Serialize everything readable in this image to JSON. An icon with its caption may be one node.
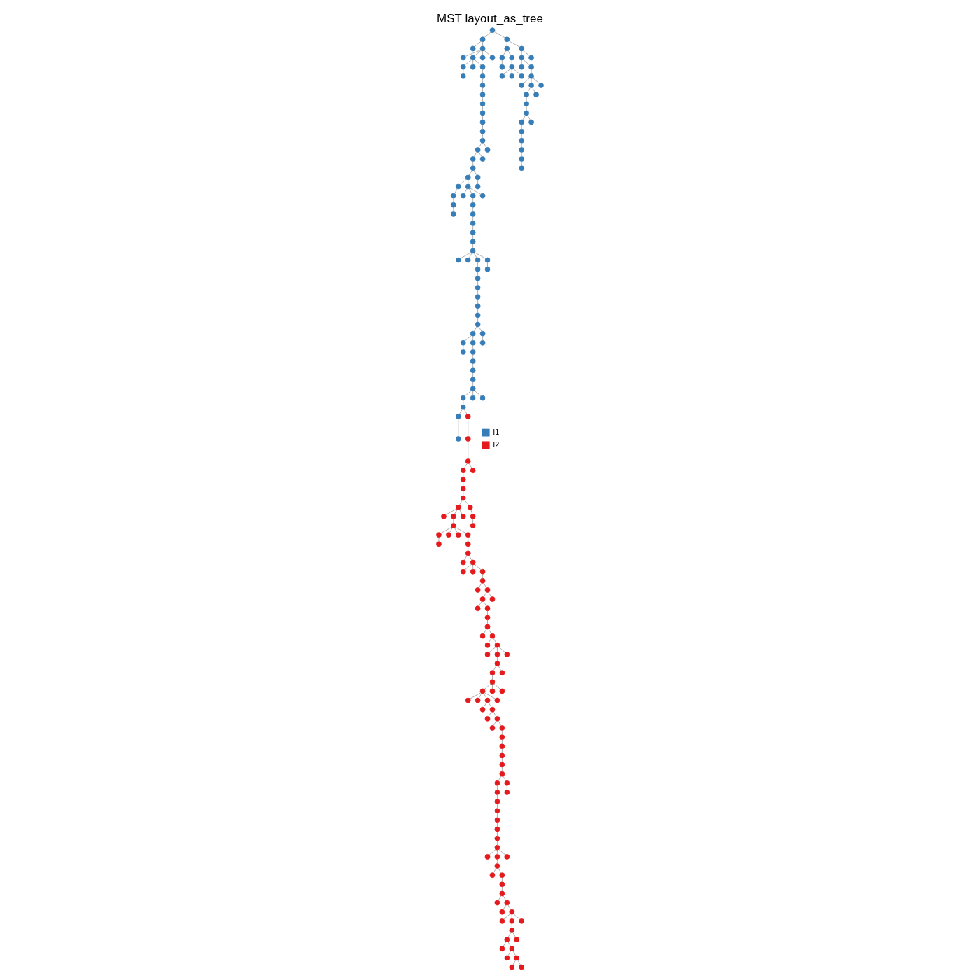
{
  "diagram": {
    "title": "MST layout_as_tree",
    "nodes": [
      {
        "text": [],
        "shape": "circle"
      },
      {
        "text": [],
        "shape": "circle"
      },
      {
        "text": [],
        "shape": "circle"
      },
      {
        "text": [],
        "shape": "circle"
      },
      {
        "text": [],
        "shape": "circle"
      },
      {
        "text": [],
        "shape": "circle"
      },
      {
        "text": [],
        "shape": "circle"
      },
      {
        "text": [],
        "shape": "circle"
      },
      {
        "text": [],
        "shape": "circle"
      },
      {
        "text": [],
        "shape": "circle"
      },
      {
        "text": [],
        "shape": "circle"
      },
      {
        "text": [],
        "shape": "circle"
      },
      {
        "text": [],
        "shape": "circle"
      },
      {
        "text": [],
        "shape": "circle"
      },
      {
        "text": [],
        "shape": "circle"
      },
      {
        "text": [],
        "shape": "circle"
      },
      {
        "text": [],
        "shape": "circle"
      },
      {
        "text": [],
        "shape": "circle"
      },
      {
        "text": [],
        "shape": "circle"
      },
      {
        "text": [],
        "shape": "circle"
      },
      {
        "text": [],
        "shape": "circle"
      },
      {
        "text": [],
        "shape": "circle"
      },
      {
        "text": [],
        "shape": "circle"
      },
      {
        "text": [],
        "shape": "circle"
      },
      {
        "text": [],
        "shape": "circle"
      },
      {
        "text": [],
        "shape": "circle"
      },
      {
        "text": [],
        "shape": "circle"
      },
      {
        "text": [],
        "shape": "circle"
      },
      {
        "text": [],
        "shape": "circle"
      },
      {
        "text": [],
        "shape": "circle"
      },
      {
        "text": [],
        "shape": "circle"
      },
      {
        "text": [],
        "shape": "circle"
      },
      {
        "text": [],
        "shape": "circle"
      },
      {
        "text": [],
        "shape": "circle"
      },
      {
        "text": [],
        "shape": "circle"
      },
      {
        "text": [],
        "shape": "circle"
      },
      {
        "text": [],
        "shape": "circle"
      },
      {
        "text": [],
        "shape": "circle"
      },
      {
        "text": [],
        "shape": "circle"
      },
      {
        "text": [],
        "shape": "circle"
      },
      {
        "text": [],
        "shape": "circle"
      },
      {
        "text": [],
        "shape": "circle"
      },
      {
        "text": [],
        "shape": "circle"
      },
      {
        "text": [],
        "shape": "circle"
      },
      {
        "text": [],
        "shape": "circle"
      },
      {
        "text": [],
        "shape": "circle"
      },
      {
        "text": [],
        "shape": "circle"
      },
      {
        "text": [],
        "shape": "circle"
      },
      {
        "text": [],
        "shape": "circle"
      },
      {
        "text": [],
        "shape": "circle"
      },
      {
        "text": [],
        "shape": "circle"
      },
      {
        "text": [],
        "shape": "circle"
      },
      {
        "text": [],
        "shape": "circle"
      },
      {
        "text": [],
        "shape": "circle"
      },
      {
        "text": [],
        "shape": "circle"
      },
      {
        "text": [],
        "shape": "circle"
      },
      {
        "text": [],
        "shape": "circle"
      },
      {
        "text": [],
        "shape": "circle"
      },
      {
        "text": [],
        "shape": "circle"
      },
      {
        "text": [],
        "shape": "circle"
      },
      {
        "text": [],
        "shape": "circle"
      },
      {
        "text": [],
        "shape": "circle"
      },
      {
        "text": [],
        "shape": "circle"
      },
      {
        "text": [],
        "shape": "circle"
      },
      {
        "text": [],
        "shape": "circle"
      },
      {
        "text": [],
        "shape": "circle"
      },
      {
        "text": [],
        "shape": "circle"
      },
      {
        "text": [],
        "shape": "circle"
      },
      {
        "text": [],
        "shape": "circle"
      },
      {
        "text": [],
        "shape": "circle"
      },
      {
        "text": [],
        "shape": "circle"
      },
      {
        "text": [],
        "shape": "circle"
      },
      {
        "text": [],
        "shape": "circle"
      },
      {
        "text": [],
        "shape": "circle"
      },
      {
        "text": [],
        "shape": "circle"
      },
      {
        "text": [],
        "shape": "circle"
      },
      {
        "text": [],
        "shape": "circle"
      },
      {
        "text": [],
        "shape": "circle"
      },
      {
        "text": [],
        "shape": "circle"
      },
      {
        "text": [],
        "shape": "circle"
      },
      {
        "text": [],
        "shape": "circle"
      },
      {
        "text": [],
        "shape": "circle"
      },
      {
        "text": [],
        "shape": "circle"
      },
      {
        "text": [],
        "shape": "circle"
      },
      {
        "text": [],
        "shape": "circle"
      },
      {
        "text": [],
        "shape": "circle"
      },
      {
        "text": [],
        "shape": "circle"
      },
      {
        "text": [],
        "shape": "circle"
      },
      {
        "text": [],
        "shape": "circle"
      },
      {
        "text": [],
        "shape": "circle"
      },
      {
        "text": [],
        "shape": "circle"
      },
      {
        "text": [],
        "shape": "circle"
      },
      {
        "text": [],
        "shape": "circle"
      },
      {
        "text": [],
        "shape": "circle"
      },
      {
        "text": [],
        "shape": "circle"
      },
      {
        "text": [],
        "shape": "circle"
      },
      {
        "text": [],
        "shape": "circle"
      },
      {
        "text": [],
        "shape": "circle"
      },
      {
        "text": [],
        "shape": "circle"
      },
      {
        "text": [],
        "shape": "circle"
      },
      {
        "text": [],
        "shape": "circle"
      },
      {
        "text": [],
        "shape": "circle"
      },
      {
        "text": [],
        "shape": "circle"
      },
      {
        "text": [],
        "shape": "circle"
      },
      {
        "text": [],
        "shape": "circle"
      },
      {
        "text": [],
        "shape": "circle"
      },
      {
        "text": [],
        "shape": "circle"
      },
      {
        "text": [],
        "shape": "circle"
      },
      {
        "text": [],
        "shape": "circle"
      },
      {
        "text": [],
        "shape": "circle"
      },
      {
        "text": [],
        "shape": "circle"
      },
      {
        "text": [],
        "shape": "circle"
      },
      {
        "text": [],
        "shape": "circle"
      },
      {
        "text": [],
        "shape": "circle"
      },
      {
        "text": [],
        "shape": "circle"
      },
      {
        "text": [],
        "shape": "circle"
      },
      {
        "text": [],
        "shape": "circle"
      },
      {
        "text": [],
        "shape": "circle"
      },
      {
        "text": [],
        "shape": "circle"
      },
      {
        "text": [],
        "shape": "circle"
      },
      {
        "text": [],
        "shape": "circle"
      },
      {
        "text": [],
        "shape": "circle"
      },
      {
        "text": [],
        "shape": "circle"
      },
      {
        "text": [],
        "shape": "circle"
      },
      {
        "text": [],
        "shape": "circle"
      },
      {
        "text": [],
        "shape": "circle"
      },
      {
        "text": [],
        "shape": "circle"
      },
      {
        "text": [],
        "shape": "circle"
      },
      {
        "text": [],
        "shape": "circle"
      },
      {
        "text": [],
        "shape": "circle"
      },
      {
        "text": [],
        "shape": "circle"
      },
      {
        "text": [],
        "shape": "circle"
      },
      {
        "text": [],
        "shape": "circle"
      },
      {
        "text": [],
        "shape": "circle"
      },
      {
        "text": [],
        "shape": "circle"
      },
      {
        "text": [],
        "shape": "circle"
      },
      {
        "text": [],
        "shape": "circle"
      },
      {
        "text": [],
        "shape": "circle"
      },
      {
        "text": [],
        "shape": "circle"
      },
      {
        "text": [],
        "shape": "circle"
      },
      {
        "text": [],
        "shape": "circle"
      },
      {
        "text": [],
        "shape": "circle"
      },
      {
        "text": [],
        "shape": "circle"
      },
      {
        "text": [],
        "shape": "circle"
      },
      {
        "text": [],
        "shape": "circle"
      },
      {
        "text": [],
        "shape": "circle"
      },
      {
        "text": [],
        "shape": "circle"
      },
      {
        "text": [],
        "shape": "circle"
      },
      {
        "text": [],
        "shape": "circle"
      },
      {
        "text": [],
        "shape": "circle"
      },
      {
        "text": [],
        "shape": "circle"
      },
      {
        "text": [],
        "shape": "circle"
      },
      {
        "text": [],
        "shape": "circle"
      },
      {
        "text": [],
        "shape": "circle"
      },
      {
        "text": [],
        "shape": "circle"
      },
      {
        "text": [],
        "shape": "circle"
      },
      {
        "text": [],
        "shape": "circle"
      },
      {
        "text": [],
        "shape": "circle"
      },
      {
        "text": [],
        "shape": "circle"
      },
      {
        "text": [],
        "shape": "circle"
      },
      {
        "text": [],
        "shape": "circle"
      },
      {
        "text": [],
        "shape": "circle"
      },
      {
        "text": [],
        "shape": "circle"
      },
      {
        "text": [],
        "shape": "circle"
      },
      {
        "text": [],
        "shape": "circle"
      },
      {
        "text": [],
        "shape": "circle"
      },
      {
        "text": [],
        "shape": "circle"
      },
      {
        "text": [],
        "shape": "circle"
      },
      {
        "text": [],
        "shape": "circle"
      },
      {
        "text": [],
        "shape": "circle"
      },
      {
        "text": [],
        "shape": "circle"
      },
      {
        "text": [],
        "shape": "circle"
      },
      {
        "text": [],
        "shape": "circle"
      },
      {
        "text": [],
        "shape": "circle"
      },
      {
        "text": [],
        "shape": "circle"
      },
      {
        "text": [],
        "shape": "circle"
      },
      {
        "text": [],
        "shape": "circle"
      },
      {
        "text": [],
        "shape": "circle"
      },
      {
        "text": [],
        "shape": "circle"
      },
      {
        "text": [],
        "shape": "circle"
      },
      {
        "text": [],
        "shape": "circle"
      },
      {
        "text": [],
        "shape": "circle"
      },
      {
        "text": [],
        "shape": "circle"
      },
      {
        "text": [],
        "shape": "circle"
      },
      {
        "text": [],
        "shape": "circle"
      },
      {
        "text": [],
        "shape": "circle"
      },
      {
        "text": [],
        "shape": "circle"
      },
      {
        "text": [],
        "shape": "circle"
      },
      {
        "text": [],
        "shape": "circle"
      },
      {
        "text": [],
        "shape": "circle"
      },
      {
        "text": [],
        "shape": "circle"
      },
      {
        "text": [],
        "shape": "circle"
      },
      {
        "text": [],
        "shape": "circle"
      },
      {
        "text": [],
        "shape": "circle"
      },
      {
        "text": [],
        "shape": "circle"
      },
      {
        "text": [],
        "shape": "circle"
      },
      {
        "text": [],
        "shape": "circle"
      },
      {
        "text": [],
        "shape": "circle"
      },
      {
        "text": [],
        "shape": "circle"
      },
      {
        "text": [],
        "shape": "circle"
      }
    ],
    "edges": [
      {
        "from": 0,
        "to": 1,
        "arrow": "none"
      },
      {
        "from": 0,
        "to": 2,
        "arrow": "none"
      },
      {
        "from": 1,
        "to": 3,
        "arrow": "none"
      },
      {
        "from": 1,
        "to": 4,
        "arrow": "none"
      },
      {
        "from": 2,
        "to": 5,
        "arrow": "none"
      },
      {
        "from": 2,
        "to": 6,
        "arrow": "none"
      },
      {
        "from": 4,
        "to": 7,
        "arrow": "none"
      },
      {
        "from": 4,
        "to": 8,
        "arrow": "none"
      },
      {
        "from": 4,
        "to": 9,
        "arrow": "none"
      },
      {
        "from": 4,
        "to": 10,
        "arrow": "none"
      },
      {
        "from": 5,
        "to": 11,
        "arrow": "none"
      },
      {
        "from": 5,
        "to": 12,
        "arrow": "none"
      },
      {
        "from": 6,
        "to": 13,
        "arrow": "none"
      },
      {
        "from": 6,
        "to": 14,
        "arrow": "none"
      },
      {
        "from": 8,
        "to": 15,
        "arrow": "none"
      },
      {
        "from": 8,
        "to": 16,
        "arrow": "none"
      },
      {
        "from": 8,
        "to": 17,
        "arrow": "none"
      },
      {
        "from": 11,
        "to": 18,
        "arrow": "none"
      },
      {
        "from": 12,
        "to": 19,
        "arrow": "none"
      },
      {
        "from": 13,
        "to": 20,
        "arrow": "none"
      },
      {
        "from": 13,
        "to": 21,
        "arrow": "none"
      },
      {
        "from": 15,
        "to": 22,
        "arrow": "none"
      },
      {
        "from": 17,
        "to": 23,
        "arrow": "none"
      },
      {
        "from": 19,
        "to": 24,
        "arrow": "none"
      },
      {
        "from": 19,
        "to": 25,
        "arrow": "none"
      },
      {
        "from": 19,
        "to": 26,
        "arrow": "none"
      },
      {
        "from": 21,
        "to": 27,
        "arrow": "none"
      },
      {
        "from": 23,
        "to": 28,
        "arrow": "none"
      },
      {
        "from": 27,
        "to": 29,
        "arrow": "none"
      },
      {
        "from": 27,
        "to": 30,
        "arrow": "none"
      },
      {
        "from": 27,
        "to": 31,
        "arrow": "none"
      },
      {
        "from": 28,
        "to": 32,
        "arrow": "none"
      },
      {
        "from": 30,
        "to": 33,
        "arrow": "none"
      },
      {
        "from": 30,
        "to": 34,
        "arrow": "none"
      },
      {
        "from": 32,
        "to": 35,
        "arrow": "none"
      },
      {
        "from": 33,
        "to": 36,
        "arrow": "none"
      },
      {
        "from": 35,
        "to": 37,
        "arrow": "none"
      },
      {
        "from": 36,
        "to": 38,
        "arrow": "none"
      },
      {
        "from": 37,
        "to": 39,
        "arrow": "none"
      },
      {
        "from": 38,
        "to": 40,
        "arrow": "none"
      },
      {
        "from": 38,
        "to": 41,
        "arrow": "none"
      },
      {
        "from": 39,
        "to": 42,
        "arrow": "none"
      },
      {
        "from": 40,
        "to": 43,
        "arrow": "none"
      },
      {
        "from": 42,
        "to": 44,
        "arrow": "none"
      },
      {
        "from": 43,
        "to": 45,
        "arrow": "none"
      },
      {
        "from": 44,
        "to": 46,
        "arrow": "none"
      },
      {
        "from": 44,
        "to": 47,
        "arrow": "none"
      },
      {
        "from": 45,
        "to": 48,
        "arrow": "none"
      },
      {
        "from": 46,
        "to": 49,
        "arrow": "none"
      },
      {
        "from": 46,
        "to": 50,
        "arrow": "none"
      },
      {
        "from": 48,
        "to": 51,
        "arrow": "none"
      },
      {
        "from": 49,
        "to": 52,
        "arrow": "none"
      },
      {
        "from": 51,
        "to": 53,
        "arrow": "none"
      },
      {
        "from": 52,
        "to": 54,
        "arrow": "none"
      },
      {
        "from": 52,
        "to": 55,
        "arrow": "none"
      },
      {
        "from": 54,
        "to": 56,
        "arrow": "none"
      },
      {
        "from": 54,
        "to": 57,
        "arrow": "none"
      },
      {
        "from": 55,
        "to": 58,
        "arrow": "none"
      },
      {
        "from": 56,
        "to": 59,
        "arrow": "none"
      },
      {
        "from": 57,
        "to": 60,
        "arrow": "none"
      },
      {
        "from": 57,
        "to": 61,
        "arrow": "none"
      },
      {
        "from": 57,
        "to": 62,
        "arrow": "none"
      },
      {
        "from": 59,
        "to": 63,
        "arrow": "none"
      },
      {
        "from": 61,
        "to": 64,
        "arrow": "none"
      },
      {
        "from": 63,
        "to": 65,
        "arrow": "none"
      },
      {
        "from": 64,
        "to": 66,
        "arrow": "none"
      },
      {
        "from": 66,
        "to": 67,
        "arrow": "none"
      },
      {
        "from": 67,
        "to": 68,
        "arrow": "none"
      },
      {
        "from": 68,
        "to": 69,
        "arrow": "none"
      },
      {
        "from": 69,
        "to": 70,
        "arrow": "none"
      },
      {
        "from": 70,
        "to": 71,
        "arrow": "none"
      },
      {
        "from": 70,
        "to": 72,
        "arrow": "none"
      },
      {
        "from": 70,
        "to": 73,
        "arrow": "none"
      },
      {
        "from": 70,
        "to": 74,
        "arrow": "none"
      },
      {
        "from": 73,
        "to": 75,
        "arrow": "none"
      },
      {
        "from": 74,
        "to": 76,
        "arrow": "none"
      },
      {
        "from": 75,
        "to": 77,
        "arrow": "none"
      },
      {
        "from": 77,
        "to": 78,
        "arrow": "none"
      },
      {
        "from": 78,
        "to": 79,
        "arrow": "none"
      },
      {
        "from": 79,
        "to": 80,
        "arrow": "none"
      },
      {
        "from": 80,
        "to": 81,
        "arrow": "none"
      },
      {
        "from": 81,
        "to": 82,
        "arrow": "none"
      },
      {
        "from": 82,
        "to": 83,
        "arrow": "none"
      },
      {
        "from": 82,
        "to": 84,
        "arrow": "none"
      },
      {
        "from": 83,
        "to": 85,
        "arrow": "none"
      },
      {
        "from": 83,
        "to": 86,
        "arrow": "none"
      },
      {
        "from": 84,
        "to": 87,
        "arrow": "none"
      },
      {
        "from": 85,
        "to": 88,
        "arrow": "none"
      },
      {
        "from": 86,
        "to": 89,
        "arrow": "none"
      },
      {
        "from": 89,
        "to": 90,
        "arrow": "none"
      },
      {
        "from": 90,
        "to": 91,
        "arrow": "none"
      },
      {
        "from": 91,
        "to": 92,
        "arrow": "none"
      },
      {
        "from": 92,
        "to": 93,
        "arrow": "none"
      },
      {
        "from": 93,
        "to": 94,
        "arrow": "none"
      },
      {
        "from": 93,
        "to": 95,
        "arrow": "none"
      },
      {
        "from": 93,
        "to": 96,
        "arrow": "none"
      },
      {
        "from": 94,
        "to": 97,
        "arrow": "none"
      },
      {
        "from": 97,
        "to": 98,
        "arrow": "none"
      },
      {
        "from": 97,
        "to": 99,
        "arrow": "none"
      },
      {
        "from": 98,
        "to": 100,
        "arrow": "none"
      },
      {
        "from": 99,
        "to": 101,
        "arrow": "none"
      },
      {
        "from": 101,
        "to": 102,
        "arrow": "none"
      },
      {
        "from": 102,
        "to": 103,
        "arrow": "none"
      },
      {
        "from": 102,
        "to": 104,
        "arrow": "none"
      },
      {
        "from": 103,
        "to": 105,
        "arrow": "none"
      },
      {
        "from": 105,
        "to": 106,
        "arrow": "none"
      },
      {
        "from": 106,
        "to": 107,
        "arrow": "none"
      },
      {
        "from": 107,
        "to": 108,
        "arrow": "none"
      },
      {
        "from": 107,
        "to": 109,
        "arrow": "none"
      },
      {
        "from": 108,
        "to": 110,
        "arrow": "none"
      },
      {
        "from": 108,
        "to": 111,
        "arrow": "none"
      },
      {
        "from": 108,
        "to": 112,
        "arrow": "none"
      },
      {
        "from": 109,
        "to": 113,
        "arrow": "none"
      },
      {
        "from": 111,
        "to": 114,
        "arrow": "none"
      },
      {
        "from": 113,
        "to": 115,
        "arrow": "none"
      },
      {
        "from": 114,
        "to": 116,
        "arrow": "none"
      },
      {
        "from": 114,
        "to": 117,
        "arrow": "none"
      },
      {
        "from": 114,
        "to": 118,
        "arrow": "none"
      },
      {
        "from": 114,
        "to": 119,
        "arrow": "none"
      },
      {
        "from": 116,
        "to": 120,
        "arrow": "none"
      },
      {
        "from": 119,
        "to": 121,
        "arrow": "none"
      },
      {
        "from": 121,
        "to": 122,
        "arrow": "none"
      },
      {
        "from": 122,
        "to": 123,
        "arrow": "none"
      },
      {
        "from": 122,
        "to": 124,
        "arrow": "none"
      },
      {
        "from": 124,
        "to": 125,
        "arrow": "none"
      },
      {
        "from": 124,
        "to": 126,
        "arrow": "none"
      },
      {
        "from": 124,
        "to": 127,
        "arrow": "none"
      },
      {
        "from": 127,
        "to": 128,
        "arrow": "none"
      },
      {
        "from": 128,
        "to": 129,
        "arrow": "none"
      },
      {
        "from": 128,
        "to": 130,
        "arrow": "none"
      },
      {
        "from": 130,
        "to": 131,
        "arrow": "none"
      },
      {
        "from": 130,
        "to": 132,
        "arrow": "none"
      },
      {
        "from": 131,
        "to": 133,
        "arrow": "none"
      },
      {
        "from": 131,
        "to": 134,
        "arrow": "none"
      },
      {
        "from": 134,
        "to": 135,
        "arrow": "none"
      },
      {
        "from": 135,
        "to": 136,
        "arrow": "none"
      },
      {
        "from": 136,
        "to": 137,
        "arrow": "none"
      },
      {
        "from": 136,
        "to": 138,
        "arrow": "none"
      },
      {
        "from": 138,
        "to": 139,
        "arrow": "none"
      },
      {
        "from": 138,
        "to": 140,
        "arrow": "none"
      },
      {
        "from": 140,
        "to": 141,
        "arrow": "none"
      },
      {
        "from": 140,
        "to": 142,
        "arrow": "none"
      },
      {
        "from": 140,
        "to": 143,
        "arrow": "none"
      },
      {
        "from": 142,
        "to": 144,
        "arrow": "none"
      },
      {
        "from": 144,
        "to": 145,
        "arrow": "none"
      },
      {
        "from": 144,
        "to": 146,
        "arrow": "none"
      },
      {
        "from": 145,
        "to": 147,
        "arrow": "none"
      },
      {
        "from": 147,
        "to": 148,
        "arrow": "none"
      },
      {
        "from": 147,
        "to": 149,
        "arrow": "none"
      },
      {
        "from": 147,
        "to": 150,
        "arrow": "none"
      },
      {
        "from": 148,
        "to": 151,
        "arrow": "none"
      },
      {
        "from": 148,
        "to": 152,
        "arrow": "none"
      },
      {
        "from": 148,
        "to": 153,
        "arrow": "none"
      },
      {
        "from": 148,
        "to": 154,
        "arrow": "none"
      },
      {
        "from": 153,
        "to": 155,
        "arrow": "none"
      },
      {
        "from": 153,
        "to": 156,
        "arrow": "none"
      },
      {
        "from": 156,
        "to": 157,
        "arrow": "none"
      },
      {
        "from": 156,
        "to": 158,
        "arrow": "none"
      },
      {
        "from": 158,
        "to": 159,
        "arrow": "none"
      },
      {
        "from": 158,
        "to": 160,
        "arrow": "none"
      },
      {
        "from": 160,
        "to": 161,
        "arrow": "none"
      },
      {
        "from": 161,
        "to": 162,
        "arrow": "none"
      },
      {
        "from": 162,
        "to": 163,
        "arrow": "none"
      },
      {
        "from": 163,
        "to": 164,
        "arrow": "none"
      },
      {
        "from": 164,
        "to": 165,
        "arrow": "none"
      },
      {
        "from": 165,
        "to": 166,
        "arrow": "none"
      },
      {
        "from": 165,
        "to": 167,
        "arrow": "none"
      },
      {
        "from": 166,
        "to": 168,
        "arrow": "none"
      },
      {
        "from": 167,
        "to": 169,
        "arrow": "none"
      },
      {
        "from": 168,
        "to": 170,
        "arrow": "none"
      },
      {
        "from": 170,
        "to": 171,
        "arrow": "none"
      },
      {
        "from": 171,
        "to": 172,
        "arrow": "none"
      },
      {
        "from": 172,
        "to": 173,
        "arrow": "none"
      },
      {
        "from": 173,
        "to": 174,
        "arrow": "none"
      },
      {
        "from": 174,
        "to": 175,
        "arrow": "none"
      },
      {
        "from": 175,
        "to": 176,
        "arrow": "none"
      },
      {
        "from": 175,
        "to": 177,
        "arrow": "none"
      },
      {
        "from": 175,
        "to": 178,
        "arrow": "none"
      },
      {
        "from": 177,
        "to": 179,
        "arrow": "none"
      },
      {
        "from": 179,
        "to": 180,
        "arrow": "none"
      },
      {
        "from": 179,
        "to": 181,
        "arrow": "none"
      },
      {
        "from": 181,
        "to": 182,
        "arrow": "none"
      },
      {
        "from": 182,
        "to": 183,
        "arrow": "none"
      },
      {
        "from": 183,
        "to": 184,
        "arrow": "none"
      },
      {
        "from": 183,
        "to": 185,
        "arrow": "none"
      },
      {
        "from": 185,
        "to": 186,
        "arrow": "none"
      },
      {
        "from": 185,
        "to": 187,
        "arrow": "none"
      },
      {
        "from": 187,
        "to": 188,
        "arrow": "none"
      },
      {
        "from": 187,
        "to": 189,
        "arrow": "none"
      },
      {
        "from": 187,
        "to": 190,
        "arrow": "none"
      },
      {
        "from": 189,
        "to": 191,
        "arrow": "none"
      },
      {
        "from": 191,
        "to": 192,
        "arrow": "none"
      },
      {
        "from": 191,
        "to": 193,
        "arrow": "none"
      },
      {
        "from": 192,
        "to": 194,
        "arrow": "none"
      },
      {
        "from": 192,
        "to": 195,
        "arrow": "none"
      },
      {
        "from": 195,
        "to": 196,
        "arrow": "none"
      },
      {
        "from": 195,
        "to": 197,
        "arrow": "none"
      },
      {
        "from": 197,
        "to": 198,
        "arrow": "none"
      },
      {
        "from": 197,
        "to": 199,
        "arrow": "none"
      }
    ],
    "legend": [
      {
        "text": "I1",
        "color": "#377eb8"
      },
      {
        "text": "I2",
        "color": "#e41a1c"
      }
    ]
  }
}
